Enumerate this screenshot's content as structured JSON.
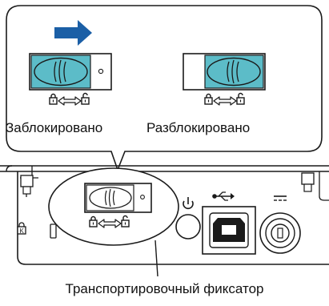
{
  "callout": {
    "locked_label": "Заблокировано",
    "unlocked_label": "Разблокировано",
    "direction_arrow": "arrow-right-icon"
  },
  "device": {
    "caption": "Транспортировочный фиксатор",
    "icons": [
      "power-icon",
      "usb-icon",
      "dc-power-icon",
      "kensington-lock-icon"
    ]
  },
  "colors": {
    "switch_teal": "#5cbcc8",
    "arrow_blue": "#1b5fa6",
    "outline": "#1a1a1a"
  }
}
